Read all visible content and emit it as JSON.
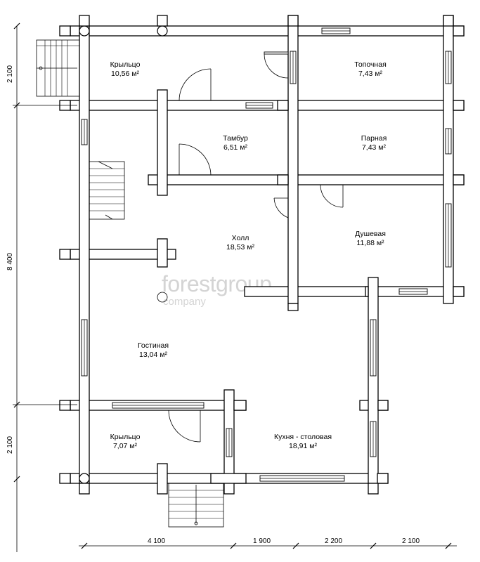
{
  "rooms": [
    {
      "id": "porch-top",
      "name": "Крыльцо",
      "area": "10,56 м²"
    },
    {
      "id": "furnace",
      "name": "Топочная",
      "area": "7,43 м²"
    },
    {
      "id": "vestibule",
      "name": "Тамбур",
      "area": "6,51 м²"
    },
    {
      "id": "steam",
      "name": "Парная",
      "area": "7,43 м²"
    },
    {
      "id": "hall",
      "name": "Холл",
      "area": "18,53 м²"
    },
    {
      "id": "shower",
      "name": "Душевая",
      "area": "11,88 м²"
    },
    {
      "id": "living",
      "name": "Гостиная",
      "area": "13,04 м²"
    },
    {
      "id": "porch-bottom",
      "name": "Крыльцо",
      "area": "7,07 м²"
    },
    {
      "id": "kitchen",
      "name": "Кухня - столовая",
      "area": "18,91 м²"
    }
  ],
  "dimensions": {
    "left": [
      "2 100",
      "8 400",
      "2 100"
    ],
    "bottom": [
      "4 100",
      "1 900",
      "2 200",
      "2 100"
    ]
  },
  "watermark": {
    "main": "forestgroup",
    "sub": "company"
  }
}
